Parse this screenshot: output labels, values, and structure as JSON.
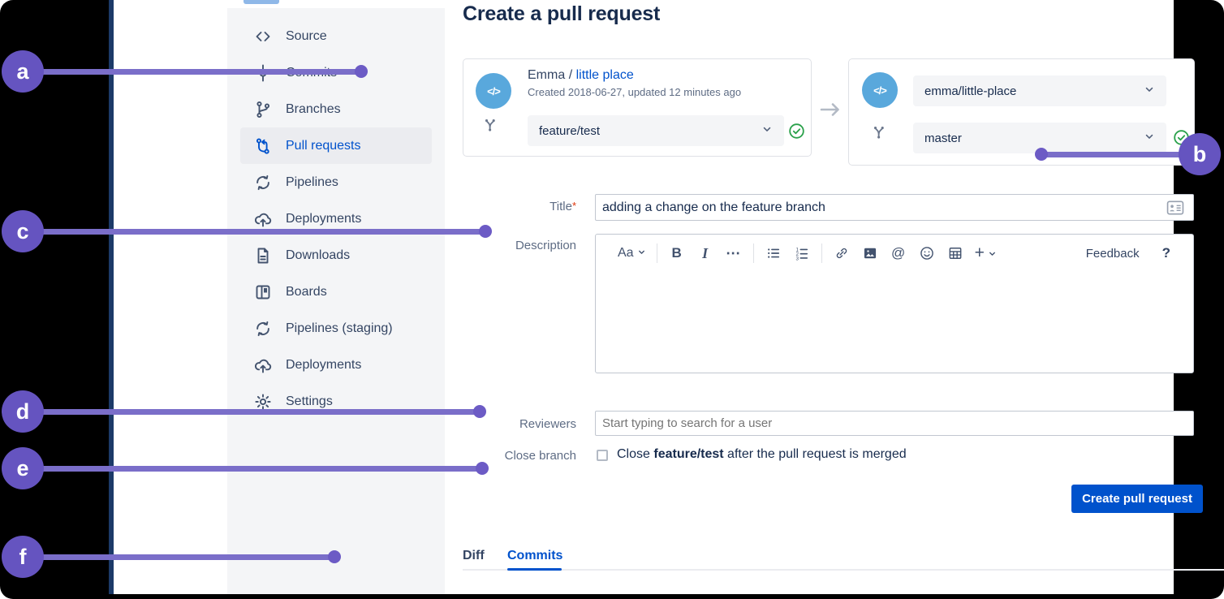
{
  "colors": {
    "accent_blue": "#0052CC",
    "callout_purple": "#6554C0",
    "success_green": "#2BA14B",
    "avatar_blue": "#59A8DC",
    "sidebar_gray": "#F4F5F7",
    "frame_navy": "#1C3A68"
  },
  "callouts": {
    "a": "a",
    "b": "b",
    "c": "c",
    "d": "d",
    "e": "e",
    "f": "f"
  },
  "sidebar": {
    "items": [
      {
        "label": "Source"
      },
      {
        "label": "Commits"
      },
      {
        "label": "Branches"
      },
      {
        "label": "Pull requests",
        "selected": true
      },
      {
        "label": "Pipelines"
      },
      {
        "label": "Deployments"
      },
      {
        "label": "Downloads"
      },
      {
        "label": "Boards"
      },
      {
        "label": "Pipelines (staging)"
      },
      {
        "label": "Deployments"
      },
      {
        "label": "Settings"
      }
    ]
  },
  "header": {
    "title": "Create a pull request"
  },
  "source_panel": {
    "avatar_glyph": "</>",
    "owner": "Emma",
    "separator": "/",
    "repo_link": "little place",
    "meta": "Created 2018-06-27, updated 12 minutes ago",
    "branch_value": "feature/test"
  },
  "dest_panel": {
    "avatar_glyph": "</>",
    "repo_value": "emma/little-place",
    "branch_value": "master"
  },
  "form": {
    "title_label": "Title",
    "required_mark": "*",
    "title_value": "adding a change on the feature branch",
    "description_label": "Description",
    "reviewers_label": "Reviewers",
    "reviewers_placeholder": "Start typing to search for a user",
    "close_branch_label": "Close branch",
    "close_text_pre": "Close ",
    "close_text_bold": "feature/test",
    "close_text_post": " after the pull request is merged",
    "submit_label": "Create pull request"
  },
  "editor": {
    "text_style_label": "Aa",
    "bold_label": "B",
    "italic_label": "I",
    "more_label": "⋯",
    "mention_label": "@",
    "insert_label": "+",
    "feedback_label": "Feedback",
    "help_label": "?"
  },
  "tabs": {
    "diff": "Diff",
    "commits": "Commits"
  }
}
